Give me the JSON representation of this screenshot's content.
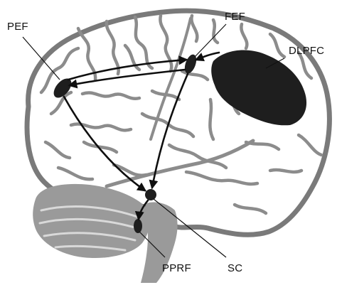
{
  "labels": {
    "pef": "PEF",
    "fef": "FEF",
    "dlpfc": "DLPFC",
    "pprf": "PPRF",
    "sc": "SC"
  },
  "colors": {
    "brain_fill": "#ffffff",
    "sulcus": "#8c8c8c",
    "outline": "#7a7a7a",
    "region": "#1e1e1e",
    "pathway": "#0f0f0f",
    "label_text": "#111111"
  }
}
